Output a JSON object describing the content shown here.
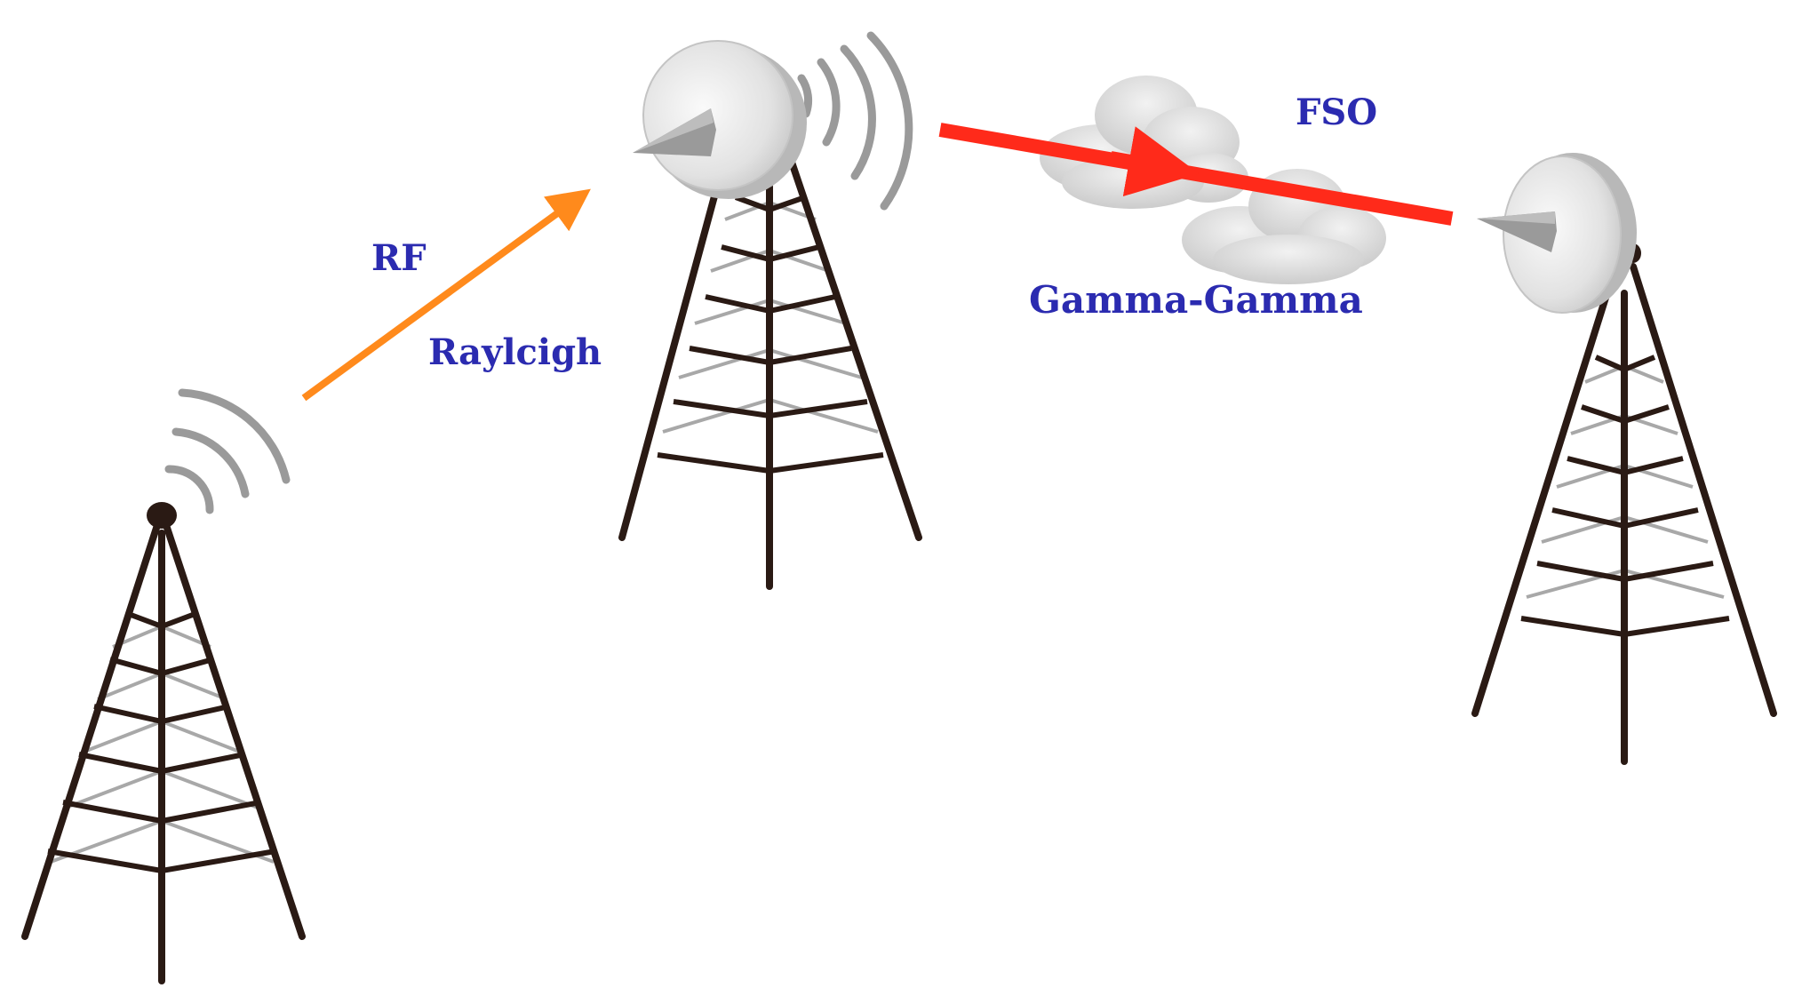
{
  "labels": {
    "rf": "RF",
    "rayleigh": "Raylcigh",
    "fso": "FSO",
    "gamma_gamma": "Gamma-Gamma"
  },
  "colors": {
    "label_text": "#2b2bb0",
    "rf_link": "#ff8a1c",
    "fso_link": "#ff2a1a",
    "tower": "#2a1a14",
    "tower_cross": "#a8a8a8",
    "dish_face": "#ececec",
    "dish_rim": "#b8b8b8",
    "feed_horn": "#9a9a9a",
    "signal_wave": "#9a9a9a",
    "cloud": "#dcdcdc"
  },
  "icons": [
    "transmission-tower-icon",
    "dish-antenna-icon",
    "signal-waves-icon",
    "cloud-icon",
    "link-arrow-icon"
  ]
}
